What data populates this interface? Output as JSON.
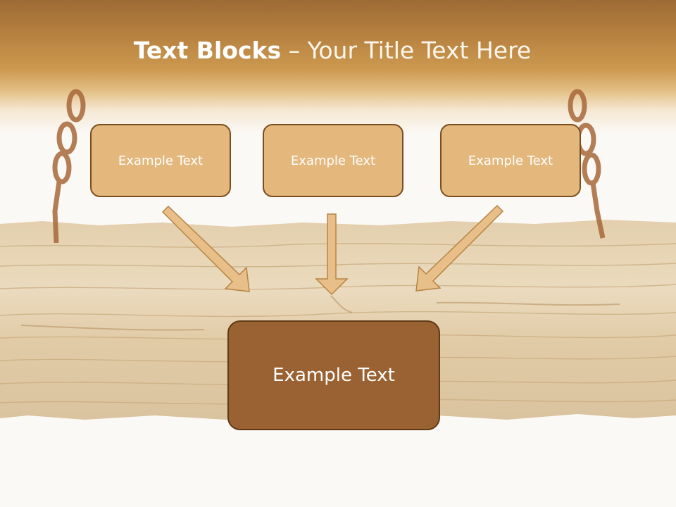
{
  "title": {
    "bold_part": "Text Blocks",
    "separator": " – ",
    "rest": "Your Title Text Here"
  },
  "blocks": [
    {
      "label": "Example Text"
    },
    {
      "label": "Example Text"
    },
    {
      "label": "Example Text"
    }
  ],
  "main_block": {
    "label": "Example Text"
  },
  "colors": {
    "header": "#cc9950",
    "block_fill": "#e4b77c",
    "main_block_fill": "#9a6232",
    "border": "#7a4e1e",
    "arrow_fill": "#e8bf88"
  }
}
